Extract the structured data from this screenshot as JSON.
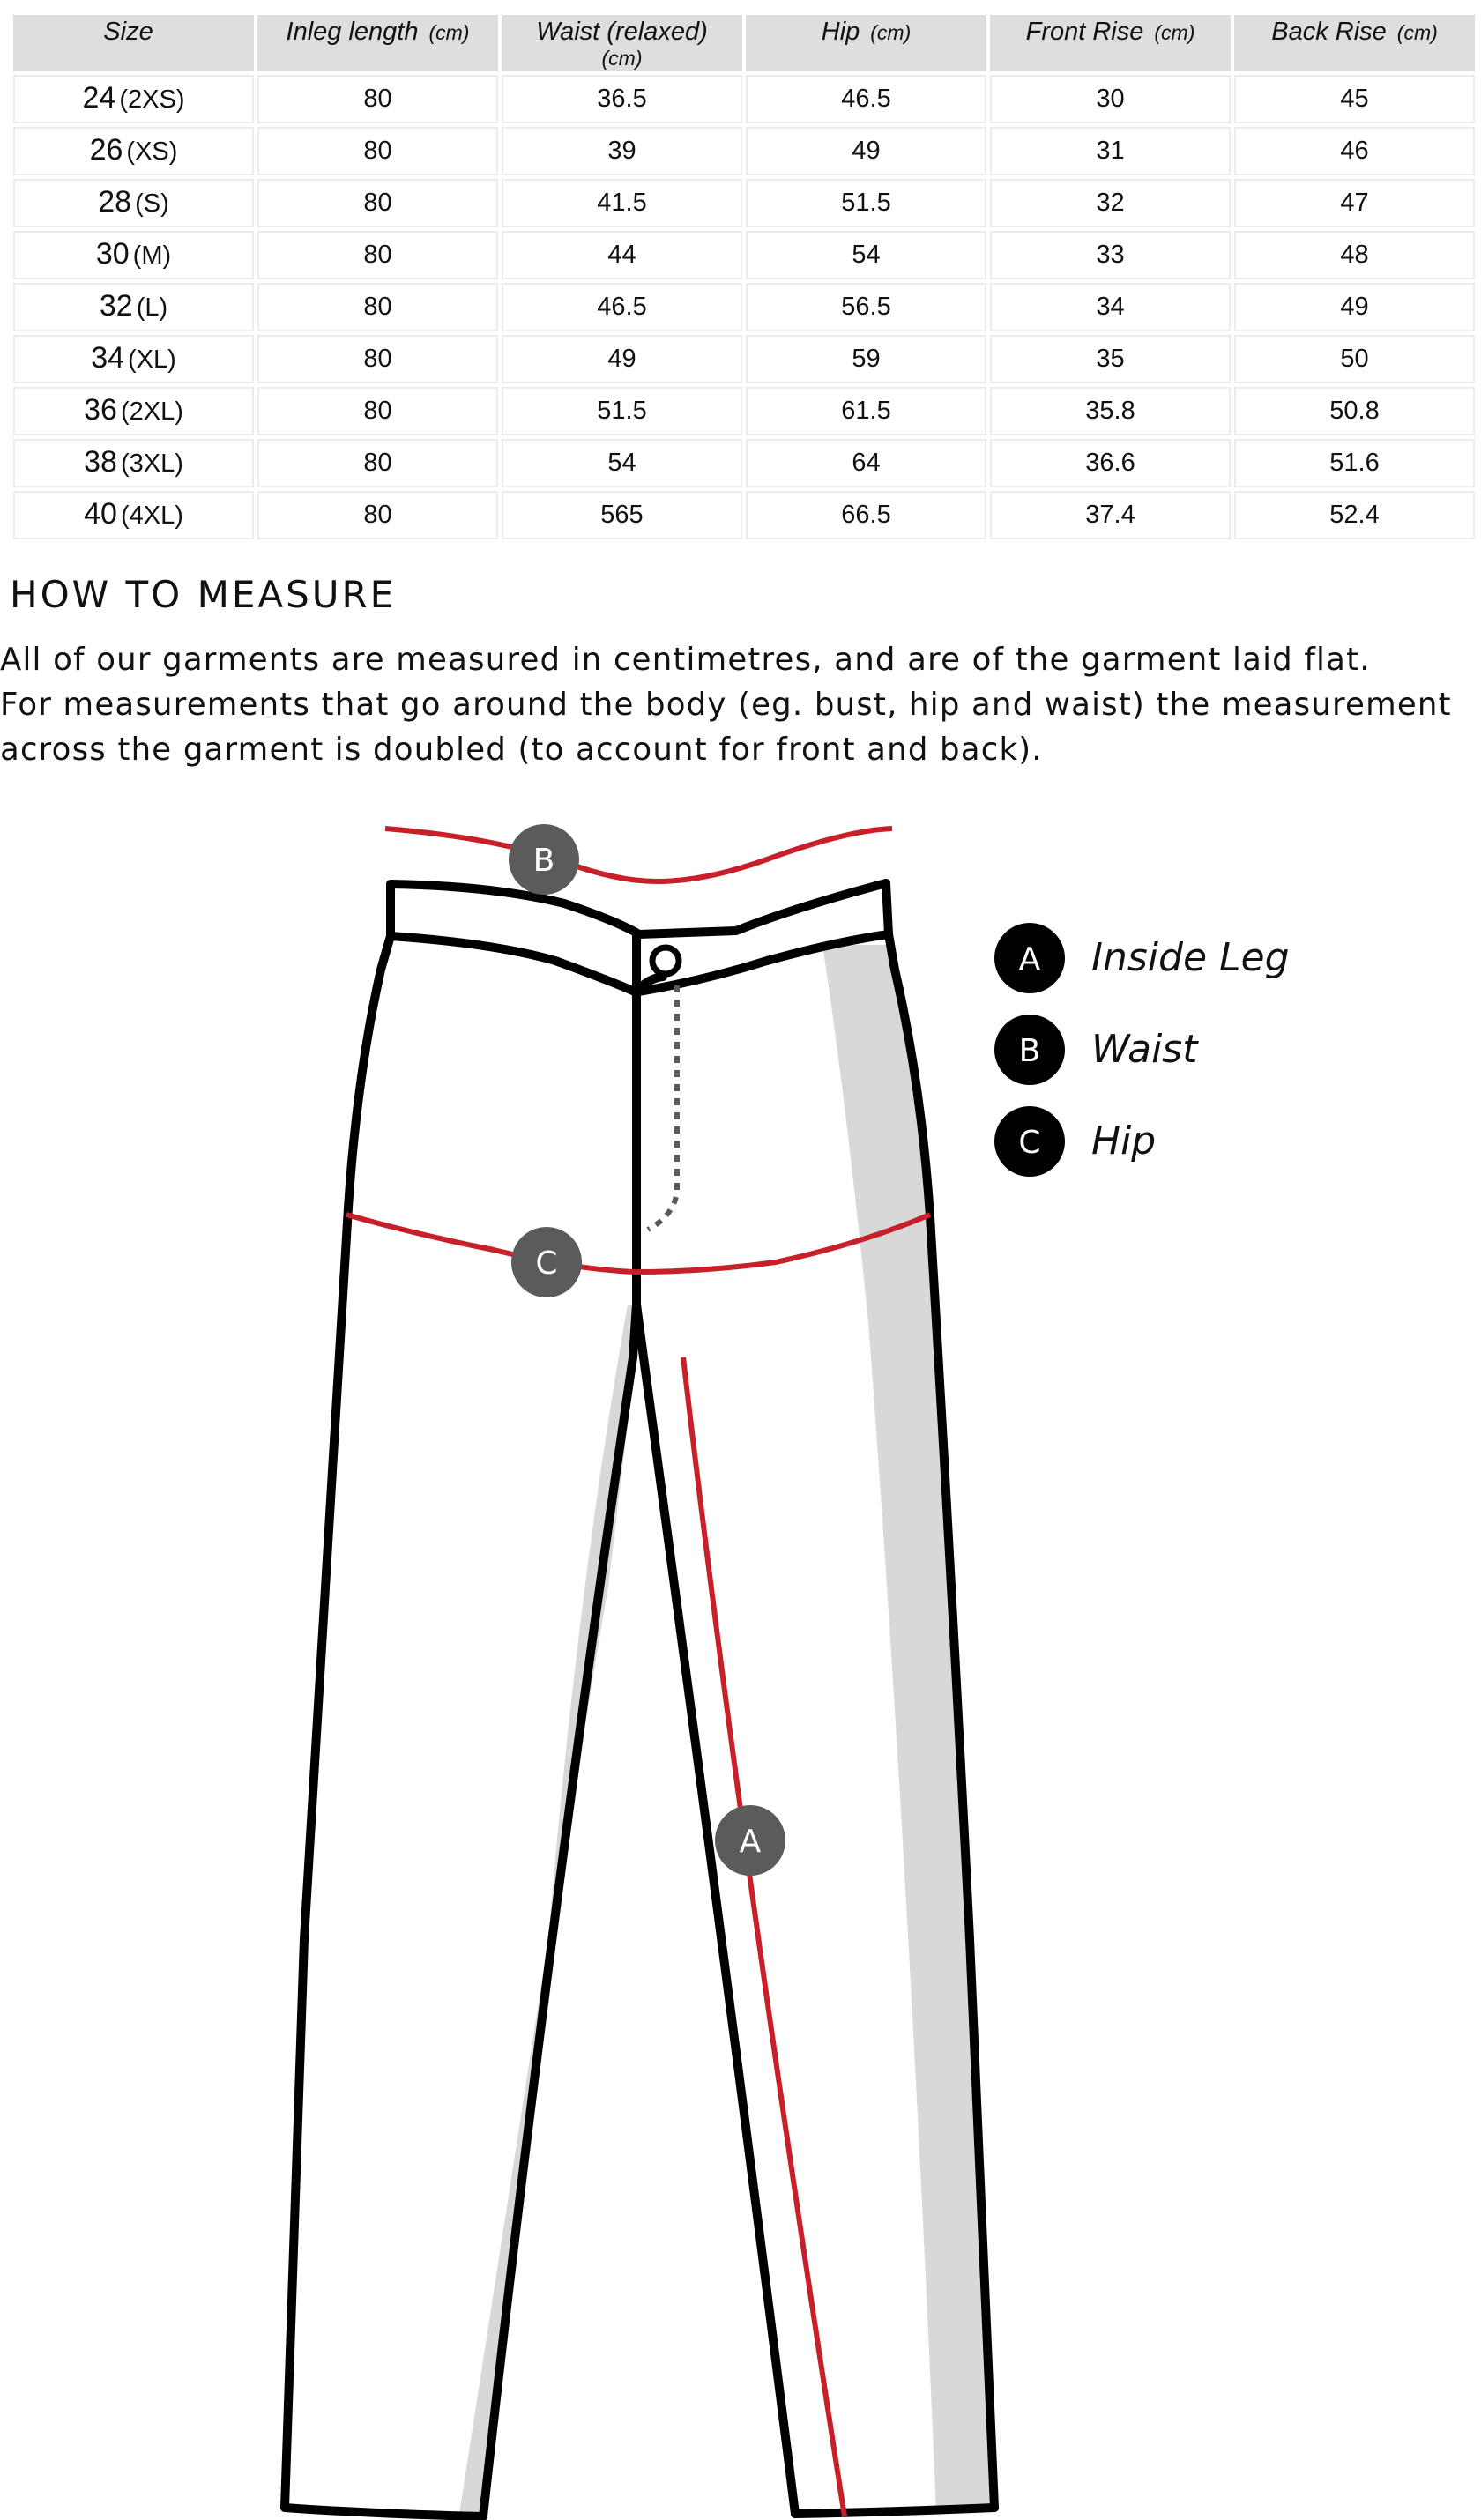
{
  "table": {
    "headers": [
      {
        "label": "Size",
        "unit": ""
      },
      {
        "label": "Inleg length",
        "unit": "(cm)"
      },
      {
        "label": "Waist (relaxed)",
        "unit": "(cm)"
      },
      {
        "label": "Hip",
        "unit": "(cm)"
      },
      {
        "label": "Front Rise",
        "unit": "(cm)"
      },
      {
        "label": "Back Rise",
        "unit": "(cm)"
      }
    ],
    "rows": [
      {
        "size": "24",
        "label": "(2XS)",
        "values": [
          "80",
          "36.5",
          "46.5",
          "30",
          "45"
        ]
      },
      {
        "size": "26",
        "label": "(XS)",
        "values": [
          "80",
          "39",
          "49",
          "31",
          "46"
        ]
      },
      {
        "size": "28",
        "label": "(S)",
        "values": [
          "80",
          "41.5",
          "51.5",
          "32",
          "47"
        ]
      },
      {
        "size": "30",
        "label": "(M)",
        "values": [
          "80",
          "44",
          "54",
          "33",
          "48"
        ]
      },
      {
        "size": "32",
        "label": "(L)",
        "values": [
          "80",
          "46.5",
          "56.5",
          "34",
          "49"
        ]
      },
      {
        "size": "34",
        "label": "(XL)",
        "values": [
          "80",
          "49",
          "59",
          "35",
          "50"
        ]
      },
      {
        "size": "36",
        "label": "(2XL)",
        "values": [
          "80",
          "51.5",
          "61.5",
          "35.8",
          "50.8"
        ]
      },
      {
        "size": "38",
        "label": "(3XL)",
        "values": [
          "80",
          "54",
          "64",
          "36.6",
          "51.6"
        ]
      },
      {
        "size": "40",
        "label": "(4XL)",
        "values": [
          "80",
          "565",
          "66.5",
          "37.4",
          "52.4"
        ]
      }
    ]
  },
  "measure": {
    "title": "HOW TO MEASURE",
    "lines": [
      "All of our garments are measured in centimetres, and are of the garment laid flat.",
      "For measurements that go around the body (eg. bust, hip and waist) the measurement",
      "across the garment is doubled (to account for front and back)."
    ]
  },
  "diagram": {
    "markers": {
      "a": "A",
      "b": "B",
      "c": "C"
    },
    "legend": [
      {
        "letter": "A",
        "label": "Inside Leg"
      },
      {
        "letter": "B",
        "label": "Waist"
      },
      {
        "letter": "C",
        "label": "Hip"
      }
    ],
    "colors": {
      "measure_line": "#c8202a",
      "marker_fill": "#5b5b5b",
      "legend_fill": "#000000",
      "shade": "#d8d8d8",
      "outline": "#000000"
    }
  }
}
